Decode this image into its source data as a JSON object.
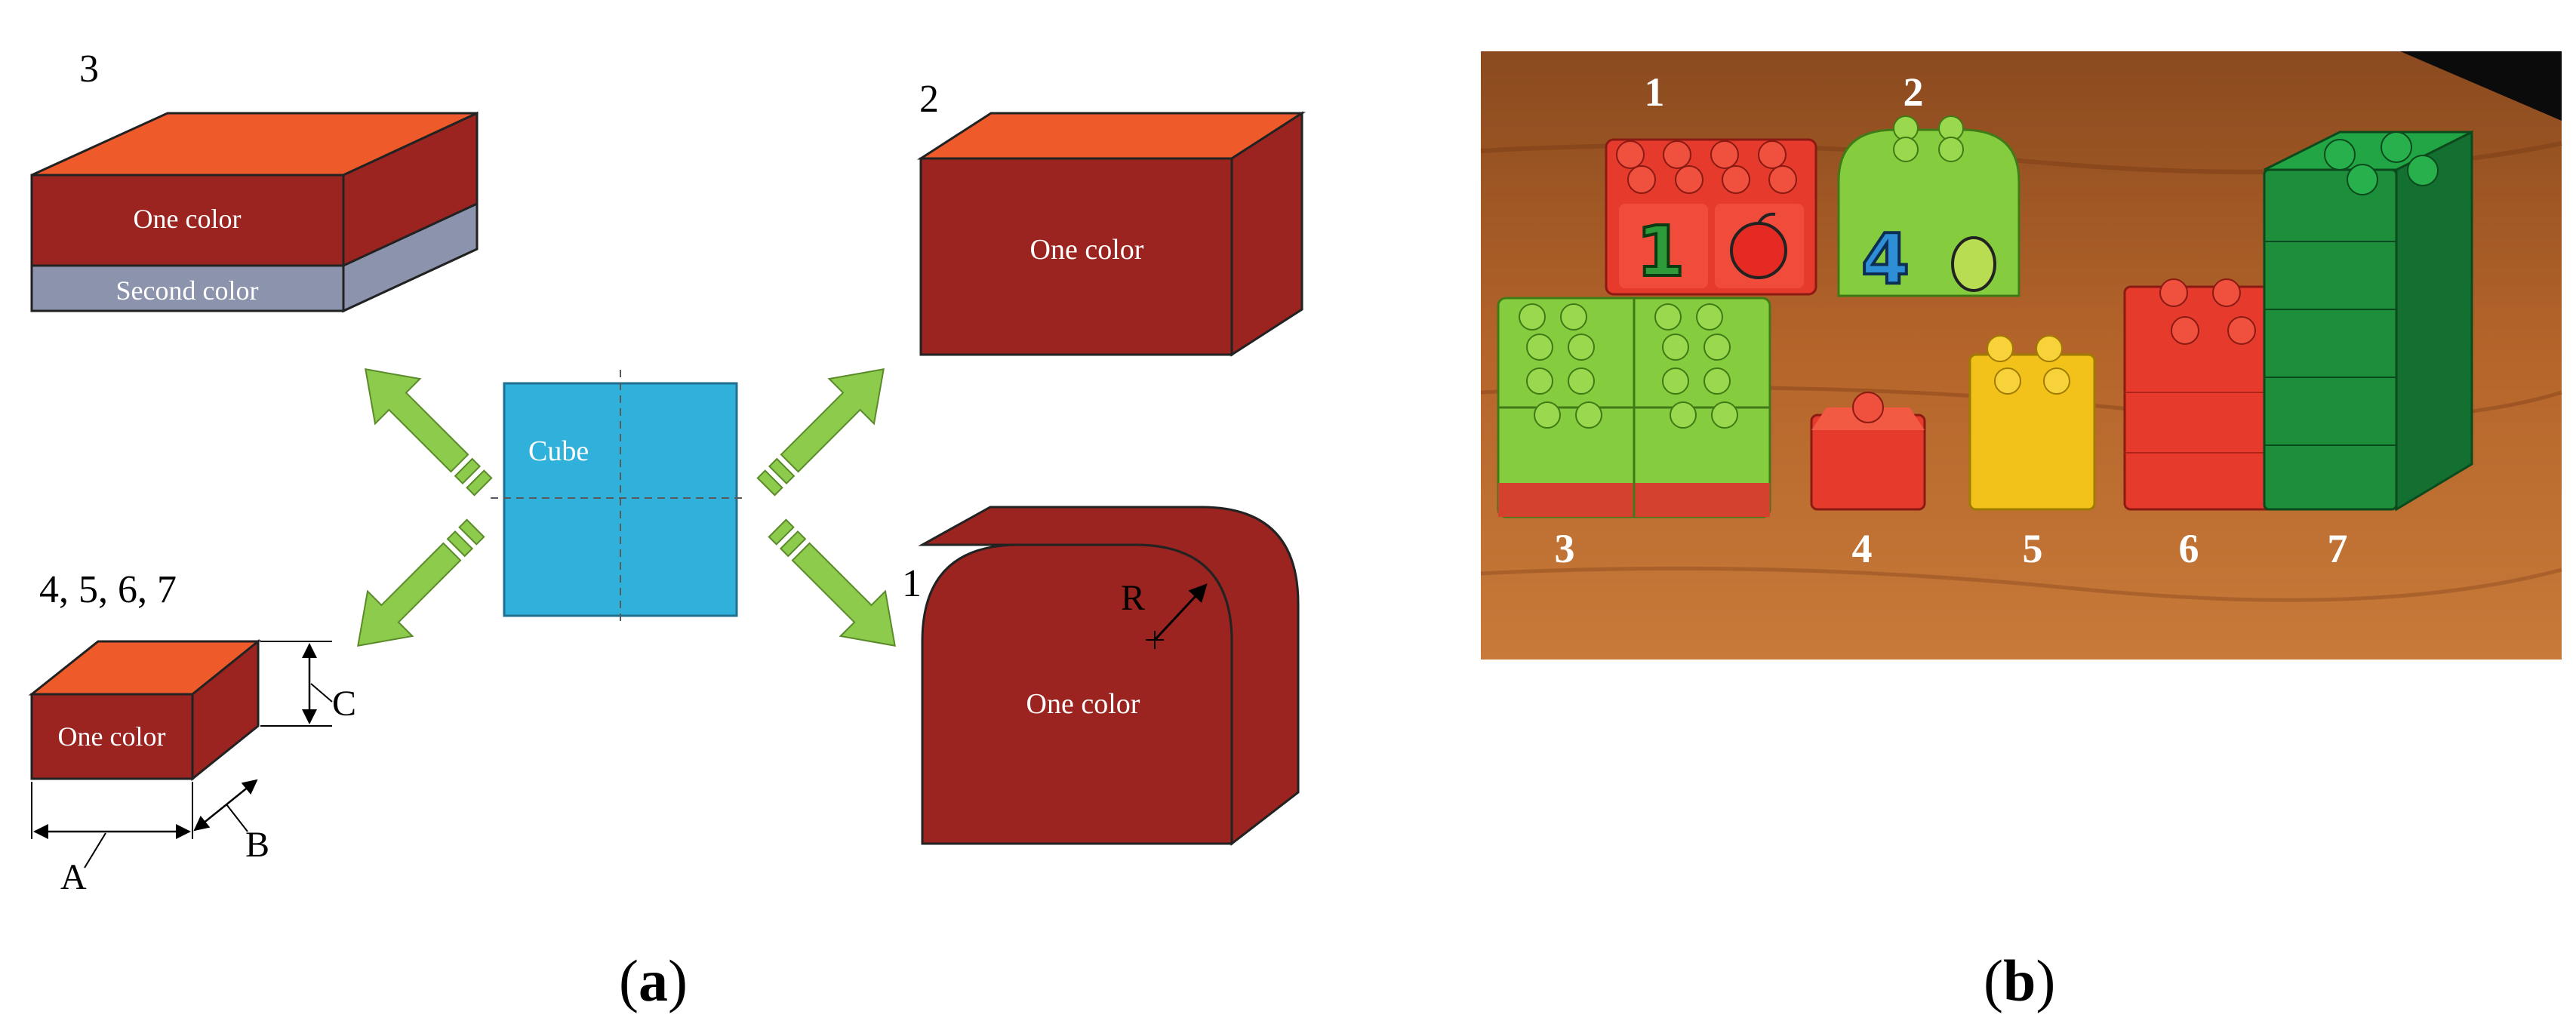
{
  "panel_a": {
    "cube_label": "Cube",
    "shape3": {
      "number": "3",
      "top_text": "One color",
      "bottom_text": "Second color"
    },
    "shape2": {
      "number": "2",
      "text": "One color"
    },
    "shape1": {
      "number": "1",
      "text": "One color",
      "radius_label": "R"
    },
    "shape4567": {
      "number": "4, 5, 6, 7",
      "text": "One color",
      "dim_a": "A",
      "dim_b": "B",
      "dim_c": "C"
    },
    "caption_letter": "a"
  },
  "panel_b": {
    "brick_numbers": [
      "1",
      "2",
      "3",
      "4",
      "5",
      "6",
      "7"
    ],
    "brick1_digit": "1",
    "brick2_digit": "4",
    "caption_letter": "b"
  },
  "colors": {
    "brick_red": "#9b2420",
    "brick_top": "#ee5a2a",
    "cube_blue": "#2fb1dc",
    "arrow_green": "#8ccb4c",
    "second_color": "#8c94ad"
  }
}
